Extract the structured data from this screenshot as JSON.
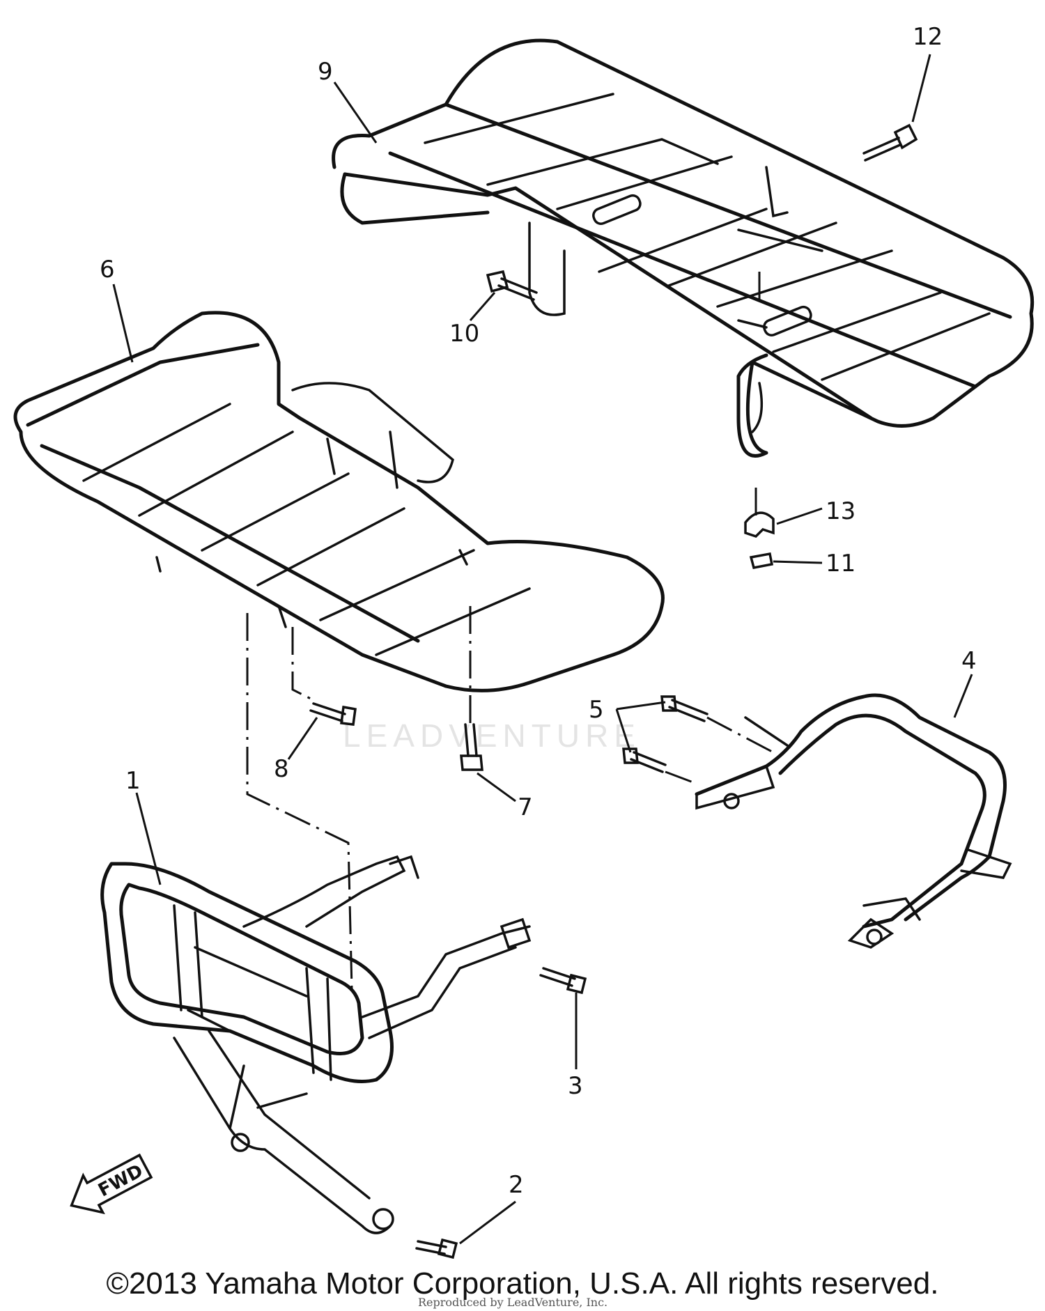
{
  "diagram": {
    "part_numbers": [
      "1",
      "2",
      "3",
      "4",
      "5",
      "6",
      "7",
      "8",
      "9",
      "10",
      "11",
      "12",
      "13"
    ],
    "fwd_label": "FWD",
    "watermark": "LEADVENTURE"
  },
  "footer": {
    "copyright": "©2013 Yamaha Motor Corporation, U.S.A. All rights reserved.",
    "reproduced": "Reproduced by LeadVenture, Inc."
  }
}
